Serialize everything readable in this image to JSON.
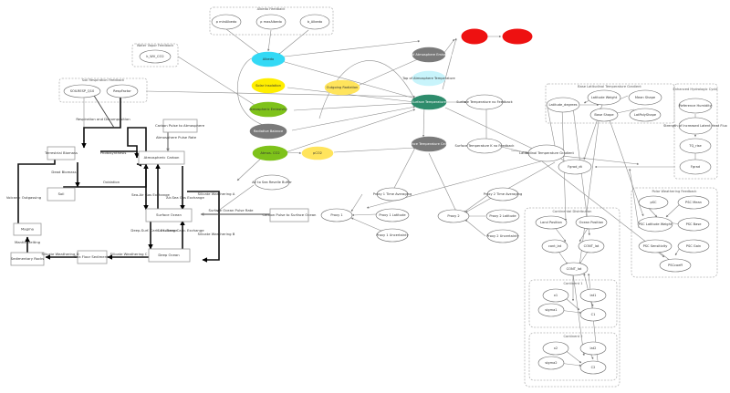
{
  "groups": {
    "albedo_feedback": "Albedo Feedback",
    "water_vapor_feedback": "Water Vapor Feedback",
    "soil_respiration_feedback": "Soil Respiration Feedback",
    "base_latitudinal_gradient": "Base Latitudinal Temperature Gradient",
    "enhanced_hydrologic_cycle": "Enhanced Hydrologic Cycle",
    "polar_weathering_feedback": "Polar Weathering Feedback",
    "continental_distribution": "Continental Distribution",
    "continent_1": "Continent 1",
    "continent_2": "Continent 2"
  },
  "boxes": {
    "terrestrial_biomass": "Terrestrial Biomass",
    "soil": "Soil",
    "atmospheric_carbon": "Atmospheric Carbon",
    "surface_ocean": "Surface Ocean",
    "deep_ocean": "Deep Ocean",
    "magma": "Magma",
    "sedimentary_rocks": "Sedimentary Rocks",
    "sea_floor_sediments": "Sea Floor Sediments",
    "carbon_pulse_atm": "Carbon Pulse to Atmosphere",
    "carbon_pulse_ocean": "Carbon Pulse to Surface Ocean"
  },
  "nodes": {
    "rho_min": "ρ minAlbedo",
    "rho_max": "ρ maxAlbedo",
    "b_albedo": "b_Albedo",
    "k_wv_co2": "k_WV_CO2",
    "soil_resp_q10": "SOILRESP_Q10",
    "resp_factor": "RespFactor",
    "albedo": "Albedo",
    "solar_insolation": "Solar Insolation",
    "atm_emissivity": "Atmospheric Emissivity",
    "radiative_balance": "Radiative Balance",
    "outgoing_radiation": "Outgoing Radiation",
    "top_atm_emissivity": "Top of Atmosphere Emissivity",
    "top_atm_temperature": "Top of Atmosphere Temperature",
    "surface_temperature": "Surface Temperature",
    "surface_temp_feedback": "Surface Temperature no Feedback",
    "surface_temp_celsius": "Surface Temperature Celsius",
    "surface_temp_k_no_fb": "Surface Temperature K no Feedback",
    "atmos_co2": "Atmos. CO2",
    "pco2": "pCO2",
    "air_sea_buffer": "Air to Sea Revelle Buffer",
    "proxy1": "Proxy 1",
    "proxy1_time": "Proxy 1 Time Averaging",
    "proxy1_lat": "Proxy 1 Latitude",
    "proxy1_unc": "Proxy 1 Uncertainty",
    "proxy2": "Proxy 2",
    "proxy2_time": "Proxy 2 Time Averaging",
    "proxy2_lat": "Proxy 2 Latitude",
    "proxy2_unc": "Proxy 2 Uncertainty",
    "lat_temp_gradient": "Latitudinal Temperature Gradient",
    "latitude_degrees": "Latitude_degrees",
    "lat_weight": "Latitude Weight",
    "mean_shape": "Mean Shape",
    "base_shape": "Base Shape",
    "lat_poly_shape": "LatPolyShape",
    "ref_humidity": "Reference Humidity",
    "strength_t_rise": "Strength of Increased Latent Heat Flux",
    "tq_rise": "TQ_rise",
    "fgrad": "Fgrad",
    "fgrad_dt": "Fgrad_dt",
    "ps_c": "pSC",
    "psc_mean": "PSC Mean",
    "psc_lat_weight": "PSC Latitude Weight",
    "psc_base": "PSC Base",
    "psc_sensitivity": "PSC Sensitivity",
    "psc_gain": "PSC Gain",
    "psc_coeff": "PSCcoeff",
    "land_position": "Land Position",
    "ocean_position": "Ocean Position",
    "cont_lat": "cont_lat",
    "cont_lat2": "CONT_lat",
    "cont_lat3": "CONT_lat",
    "c1_x1": "x1",
    "c1_sigma1": "sigma1",
    "c1_lat": "lat1",
    "c1_c1": "C1",
    "c2_x2": "x2",
    "c2_sigma2": "sigma2",
    "c2_lat": "lat2",
    "c2_c2": "C2"
  },
  "edges": {
    "respiration_decomposition": "Respiration and Decomposition",
    "photosynthesis": "Photosynthesis",
    "atm_pulse_rate": "Atmosphere Pulse Rate",
    "dead_biomass": "Dead Biomass",
    "oxidation": "Oxidation",
    "sea_air_gas": "Sea-Air Gas Exchange",
    "air_sea_gas": "Air-Sea Gas Exchange",
    "silicate_weathering_a": "Silicate Weathering A",
    "surface_ocean_pulse_rate": "Surface Ocean Pulse Rate",
    "deep_surf_carb": "Deep-Surf. Carb. Exchange",
    "surf_deep_carb": "Surf.-Deep Carb. Exchange",
    "silicate_weathering_b": "Silicate Weathering B",
    "silicate_weathering_c": "Silicate Weathering C",
    "silicate_weathering_d": "Silicate Weathering D",
    "volcanic_outgassing": "Volcanic Outgassing",
    "mantle_melting": "Mantle Melting"
  },
  "colors": {
    "cyan": "#33d9f5",
    "yellow": "#ffee00",
    "light_yellow": "#ffe45c",
    "green": "#7ec21a",
    "grey": "#7a7a7a",
    "red": "#ee1111",
    "teal": "#2e8c6c",
    "light_cyan": "#c8f4fb"
  }
}
